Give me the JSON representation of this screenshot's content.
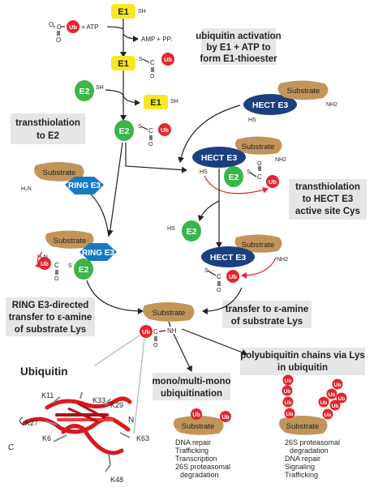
{
  "labels": {
    "e1": "E1",
    "e2": "E2",
    "sh": "SH",
    "s": "S",
    "hs": "HS",
    "ub": "Ub",
    "o": "O",
    "c": "C",
    "nh": "NH",
    "h2n": "H₂N",
    "nh2": "NH2",
    "atp": "+ ATP",
    "amp": "AMP + PPᵢ",
    "substrate": "Substrate",
    "hect": "HECT E3",
    "ring": "RING E3"
  },
  "boxes": {
    "activation": [
      "ubiquitin activation",
      "by E1 + ATP to",
      "form E1-thioester"
    ],
    "transthiolation_e2": [
      "transthiolation",
      "to E2"
    ],
    "transthiolation_hect": [
      "transthiolation",
      "to HECT E3",
      "active site Cys"
    ],
    "ring_transfer": [
      "RING E3-directed",
      "transfer to ε-amine",
      "of substrate Lys"
    ],
    "hect_transfer": [
      "transfer  to ε-amine",
      "of substrate Lys"
    ],
    "mono": [
      "mono/multi-mono",
      "ubiquitination"
    ],
    "poly": [
      "polyubiquitin chains via Lys",
      "in ubiquitin"
    ]
  },
  "ubiquitin": {
    "title": "Ubiquitin",
    "lys": [
      "K11",
      "K33",
      "K29",
      "K27",
      "K6",
      "K63",
      "K48"
    ],
    "n": "N",
    "c": "C"
  },
  "outcomes": {
    "mono": [
      "DNA repair",
      "Trafficking",
      "Transcription",
      "26S proteasomal",
      "degradation"
    ],
    "poly": [
      "26S proteasomal",
      "degradation",
      "DNA repair",
      "Signaling",
      "Trafficking"
    ]
  },
  "colors": {
    "e1": "#f5e821",
    "e2": "#3bb54a",
    "hect": "#1c3f7f",
    "ring": "#1679c6",
    "ub": "#e3262f",
    "substrate": "#c1955a",
    "box": "#e6e6e6"
  }
}
